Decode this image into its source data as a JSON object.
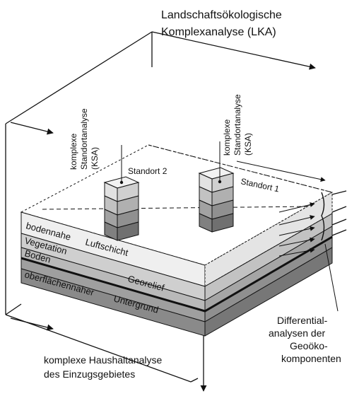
{
  "title_lka": {
    "line1": "Landschaftsökologische",
    "line2": "Komplexanalyse (LKA)"
  },
  "ksa": {
    "line1": "komplexe",
    "line2": "Standortanalyse",
    "line3": "(KSA)"
  },
  "standort1": "Standort 1",
  "standort2": "Standort 2",
  "layers": {
    "air": [
      "bodennahe",
      "Luftschicht"
    ],
    "vegetation": "Vegetation",
    "boden": "Boden",
    "georelief": "Georelief",
    "untergrund": [
      "oberflächennaher",
      "Untergrund"
    ]
  },
  "differential": {
    "line1": "Differential-",
    "line2": "analysen der",
    "line3": "Geoöko-",
    "line4": "komponenten"
  },
  "haushalt": {
    "line1": "komplexe Haushaltanalyse",
    "line2": "des Einzugsgebietes"
  },
  "colors": {
    "layer_air": "#efefef",
    "layer_veg": "#cfcfcf",
    "layer_boden": "#a9a9a9",
    "layer_untergrund": "#8a8a8a",
    "column_shades": [
      "#e2e2e2",
      "#c2c2c2",
      "#a2a2a2",
      "#808080"
    ]
  }
}
